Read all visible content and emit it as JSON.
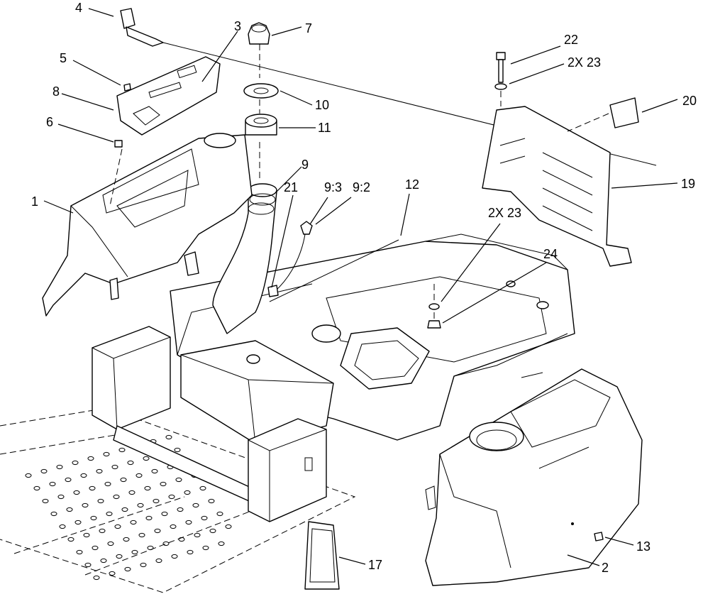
{
  "callouts": [
    {
      "id": "c1",
      "label": "1"
    },
    {
      "id": "c2",
      "label": "2"
    },
    {
      "id": "c3",
      "label": "3"
    },
    {
      "id": "c4",
      "label": "4"
    },
    {
      "id": "c5",
      "label": "5"
    },
    {
      "id": "c6",
      "label": "6"
    },
    {
      "id": "c7",
      "label": "7"
    },
    {
      "id": "c8",
      "label": "8"
    },
    {
      "id": "c9",
      "label": "9"
    },
    {
      "id": "c9_3",
      "label": "9:3"
    },
    {
      "id": "c9_2",
      "label": "9:2"
    },
    {
      "id": "c10",
      "label": "10"
    },
    {
      "id": "c11",
      "label": "11"
    },
    {
      "id": "c12",
      "label": "12"
    },
    {
      "id": "c13",
      "label": "13"
    },
    {
      "id": "c17",
      "label": "17"
    },
    {
      "id": "c19",
      "label": "19"
    },
    {
      "id": "c20",
      "label": "20"
    },
    {
      "id": "c21",
      "label": "21"
    },
    {
      "id": "c22",
      "label": "22"
    },
    {
      "id": "c23a",
      "label": "2X 23"
    },
    {
      "id": "c23b",
      "label": "2X 23"
    },
    {
      "id": "c24",
      "label": "24"
    }
  ]
}
